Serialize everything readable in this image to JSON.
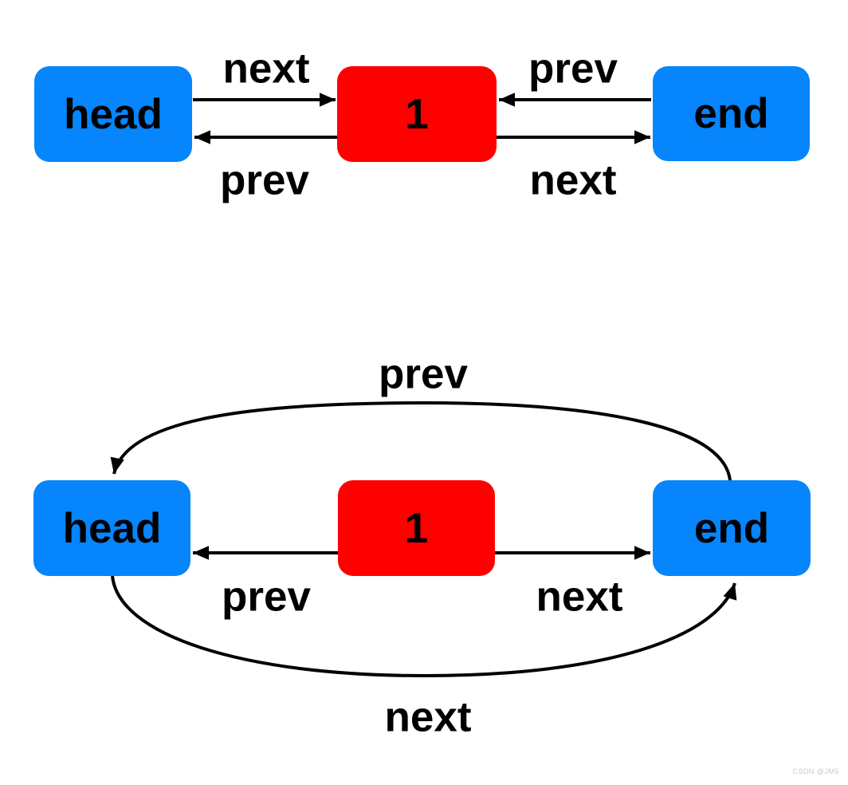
{
  "colors": {
    "node_blue": "#0685fc",
    "node_red": "#ff0000",
    "line_black": "#000000",
    "background": "#ffffff",
    "watermark_gray": "#c9c9c9"
  },
  "diagram_top": {
    "nodes": {
      "head": "head",
      "value": "1",
      "end": "end"
    },
    "labels": {
      "head_to_node_next": "next",
      "node_to_head_prev": "prev",
      "end_to_node_prev": "prev",
      "node_to_end_next": "next"
    }
  },
  "diagram_bottom": {
    "nodes": {
      "head": "head",
      "value": "1",
      "end": "end"
    },
    "labels": {
      "node_to_head_prev": "prev",
      "node_to_end_next": "next",
      "end_to_head_curve_prev": "prev",
      "head_to_end_curve_next": "next"
    }
  },
  "watermark": "CSDN @JM5"
}
